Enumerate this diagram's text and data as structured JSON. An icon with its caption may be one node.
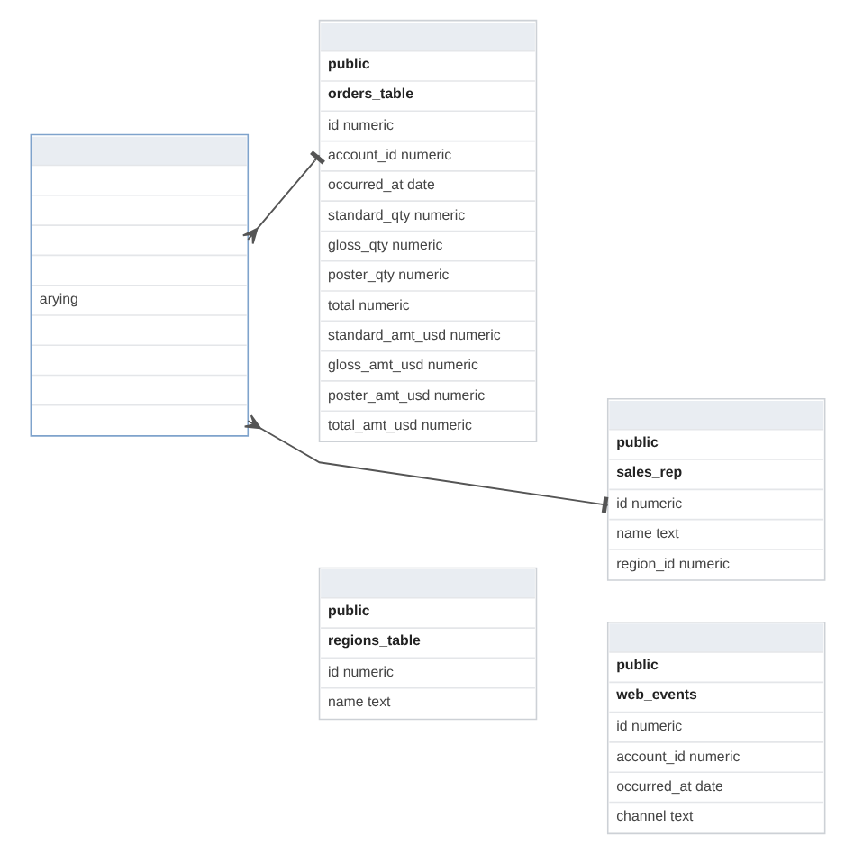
{
  "diagram": {
    "nodes": [
      {
        "text": [
          "public",
          "orders_table",
          "id numeric",
          "account_id numeric",
          "occurred_at date",
          "standard_qty numeric",
          "gloss_qty numeric",
          "poster_qty numeric",
          "total numeric",
          "standard_amt_usd numeric",
          "gloss_amt_usd numeric",
          "poster_amt_usd numeric",
          "total_amt_usd numeric"
        ]
      },
      {
        "text": [
          "public",
          "sales_rep",
          "id numeric",
          "name text",
          "region_id numeric"
        ]
      },
      {
        "text": [
          "arying"
        ]
      },
      {
        "text": [
          "public",
          "web_events",
          "id numeric",
          "account_id numeric",
          "occurred_at date",
          "channel text"
        ]
      },
      {
        "text": [
          "public",
          "regions_table",
          "id numeric",
          "name text"
        ]
      }
    ],
    "edges": [
      {
        "from": 0,
        "to": 2,
        "arrow": "other"
      },
      {
        "from": 1,
        "to": 2,
        "arrow": "other"
      }
    ]
  }
}
